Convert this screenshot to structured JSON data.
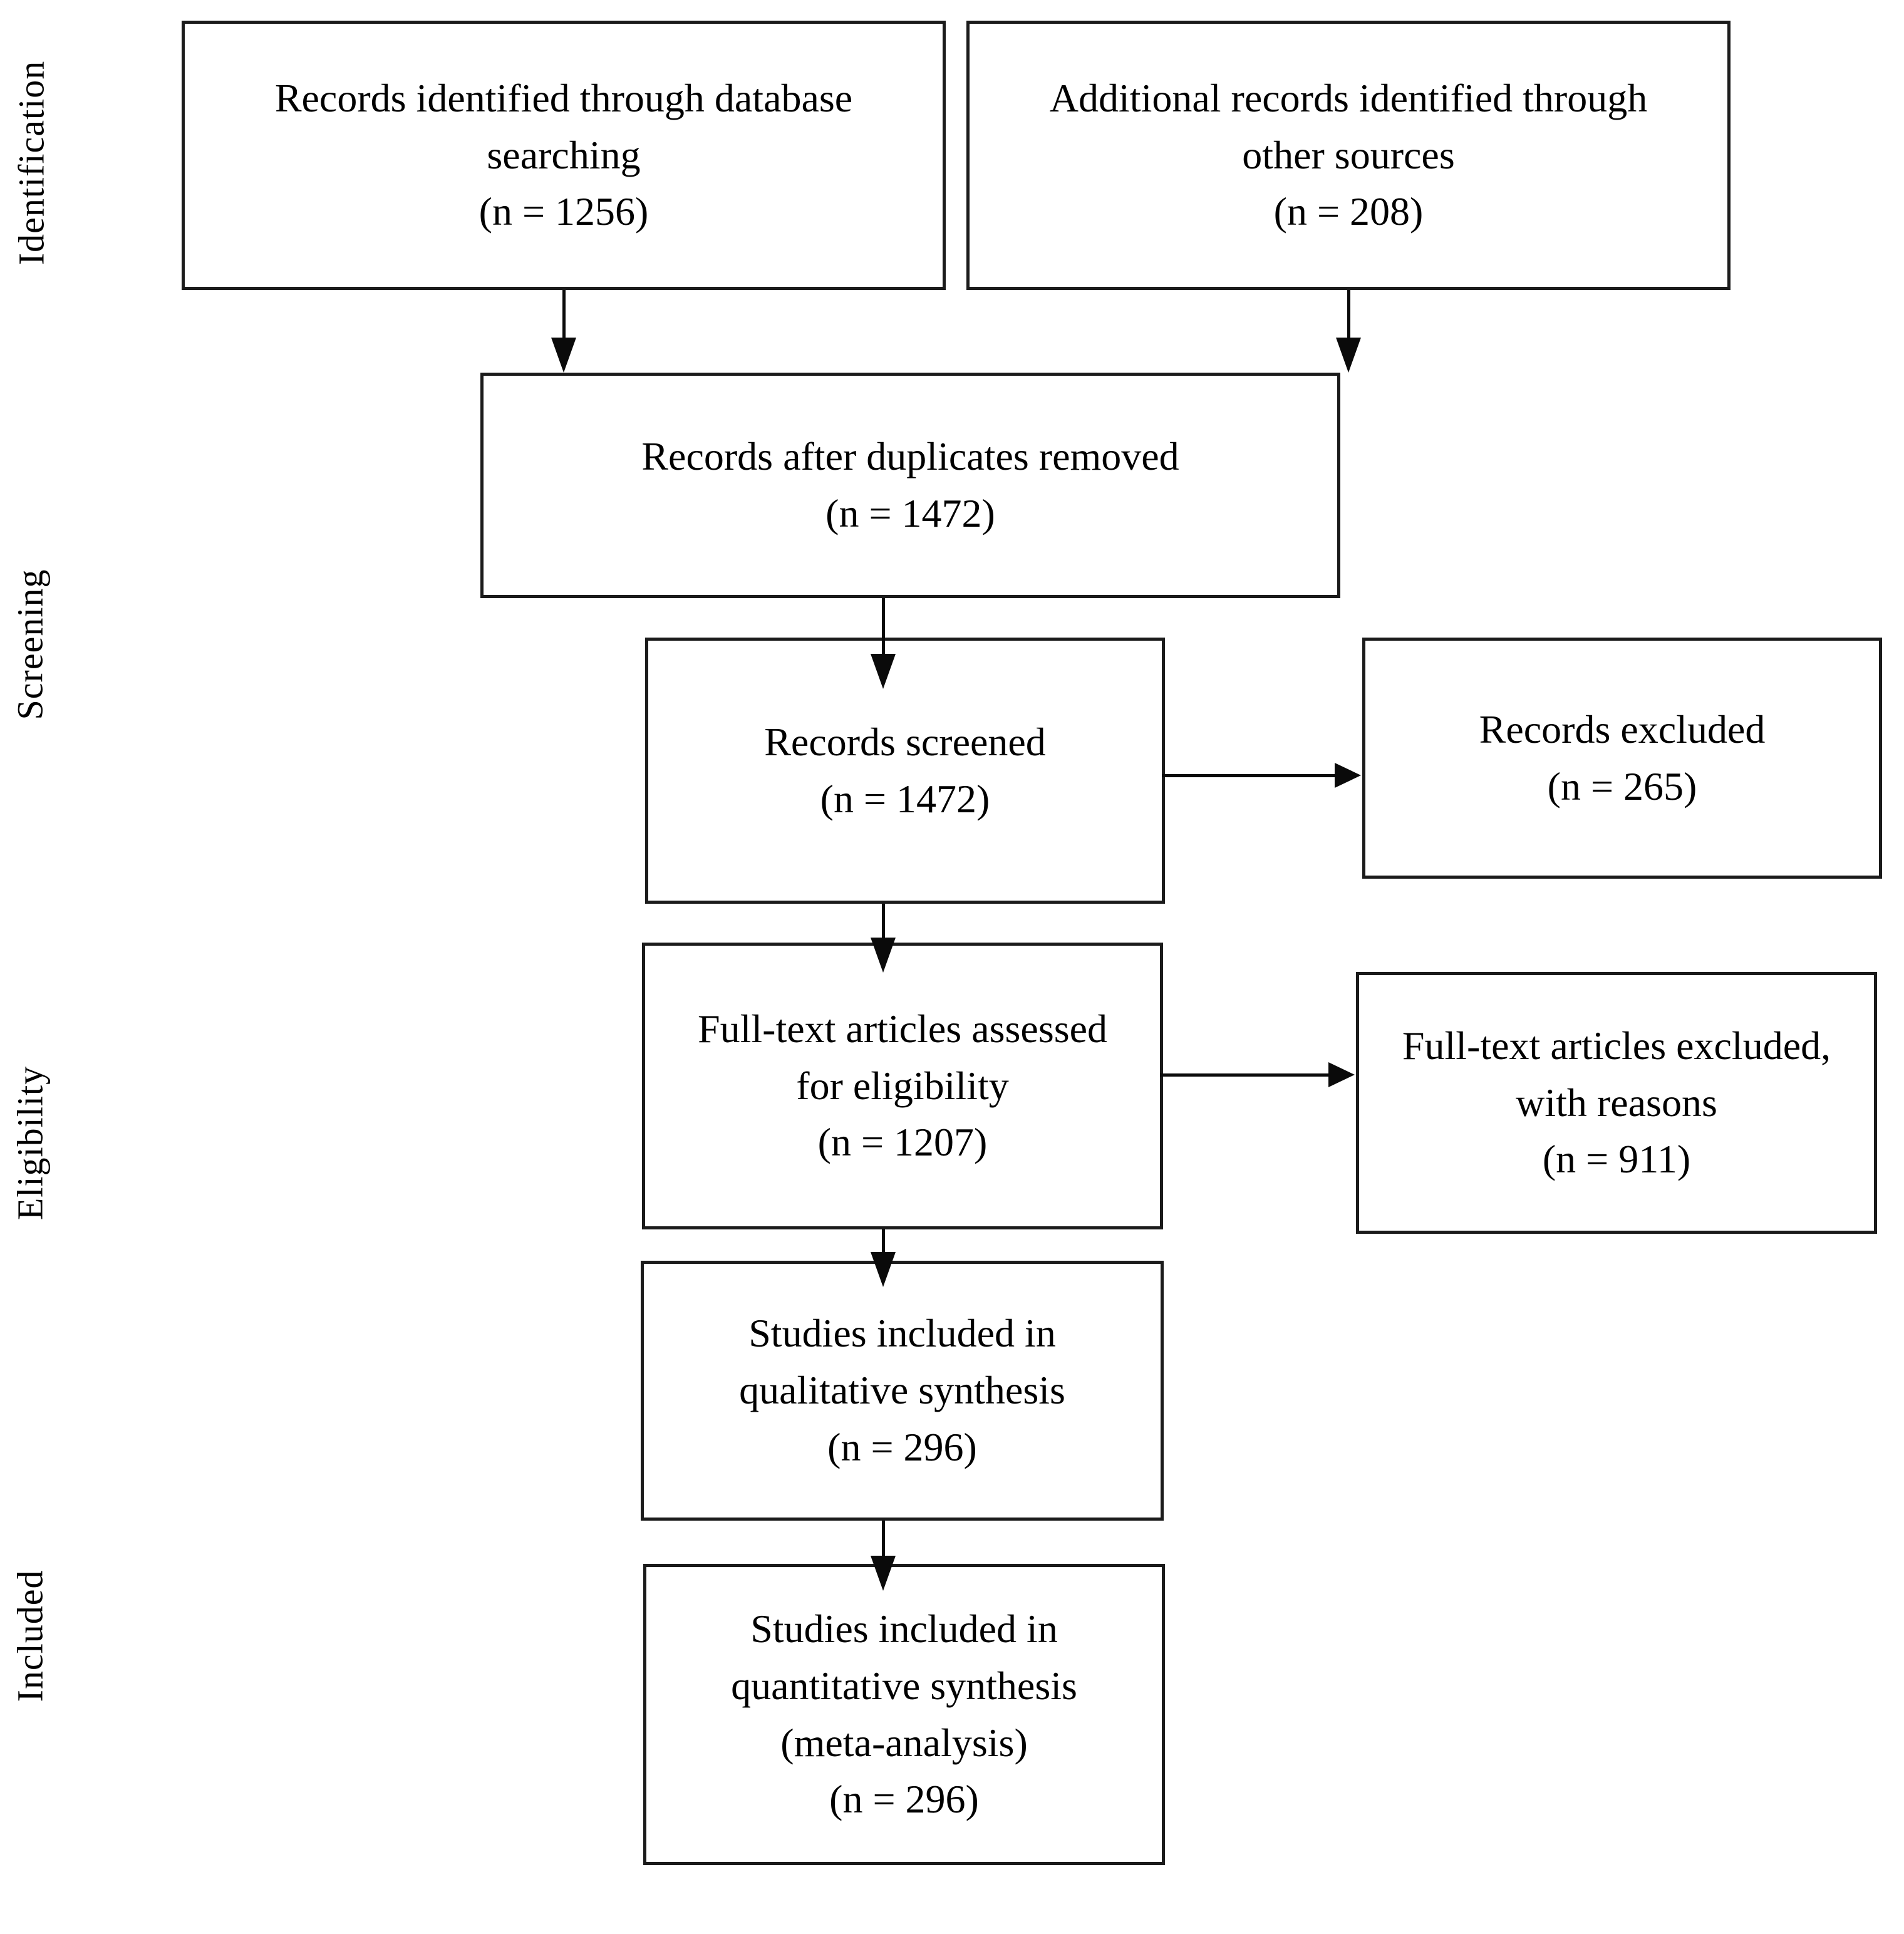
{
  "figure": {
    "type": "PRISMA flow diagram",
    "colors": {
      "line": "#1b1b1b",
      "text": "#000000",
      "background": "#ffffff"
    },
    "stages": [
      {
        "label": "Identification"
      },
      {
        "label": "Screening"
      },
      {
        "label": "Eligibility"
      },
      {
        "label": "Included"
      }
    ],
    "boxes": {
      "identified": {
        "lines": [
          "Records identified through database",
          "searching"
        ],
        "count": "(n = 1256)"
      },
      "additional": {
        "lines": [
          "Additional records identified through",
          "other sources"
        ],
        "count": "(n = 208)"
      },
      "deduplicated": {
        "lines": [
          "Records after duplicates removed"
        ],
        "count": "(n = 1472)"
      },
      "screened": {
        "lines": [
          "Records screened"
        ],
        "count": "(n = 1472)"
      },
      "records_excluded": {
        "lines": [
          "Records excluded"
        ],
        "count": "(n = 265)"
      },
      "fulltext_assessed": {
        "lines": [
          "Full-text articles assessed",
          "for eligibility"
        ],
        "count": "(n = 1207)"
      },
      "fulltext_excluded": {
        "lines": [
          "Full-text articles excluded,",
          "with reasons"
        ],
        "count": "(n = 911)"
      },
      "qualitative": {
        "lines": [
          "Studies included in",
          "qualitative synthesis"
        ],
        "count": "(n = 296)"
      },
      "quantitative": {
        "lines": [
          "Studies included in",
          "quantitative synthesis",
          "(meta-analysis)"
        ],
        "count": "(n = 296)"
      }
    }
  }
}
